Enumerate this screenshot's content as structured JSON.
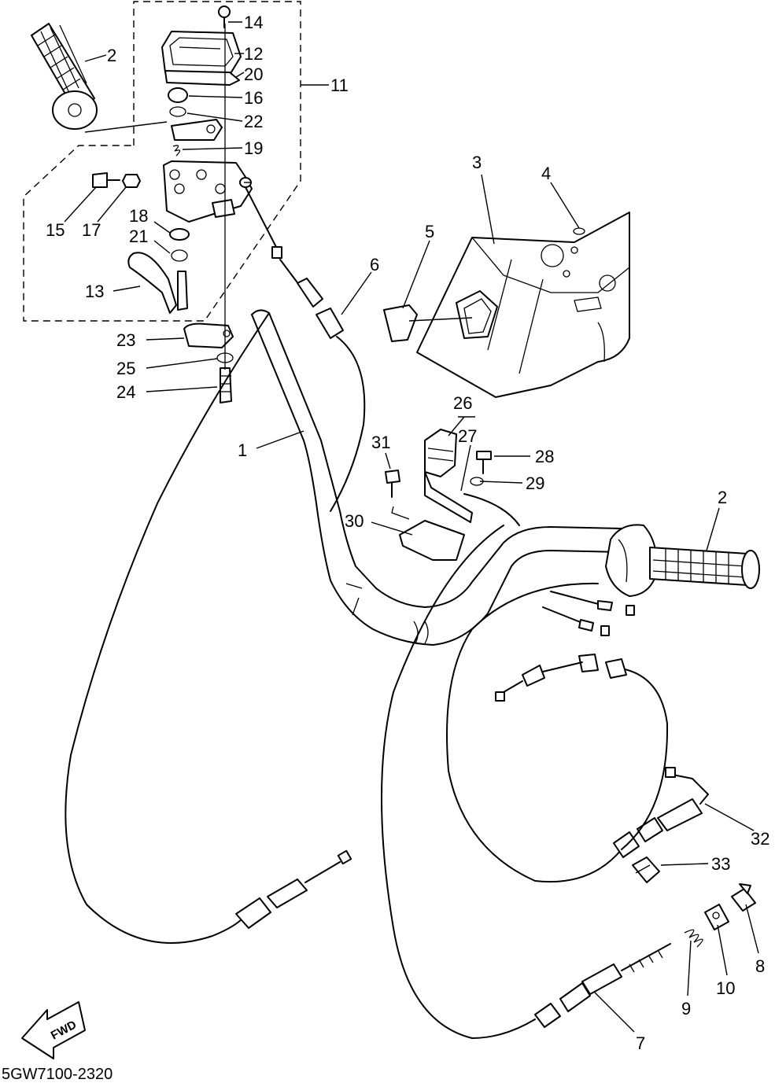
{
  "diagram": {
    "drawing_code": "5GW7100-2320",
    "direction_marker": "FWD",
    "callouts": [
      "1",
      "2",
      "3",
      "4",
      "5",
      "6",
      "7",
      "8",
      "9",
      "10",
      "11",
      "12",
      "13",
      "14",
      "15",
      "16",
      "17",
      "18",
      "19",
      "20",
      "21",
      "22",
      "23",
      "24",
      "25",
      "26",
      "27",
      "28",
      "29",
      "30",
      "31",
      "32",
      "33"
    ]
  }
}
